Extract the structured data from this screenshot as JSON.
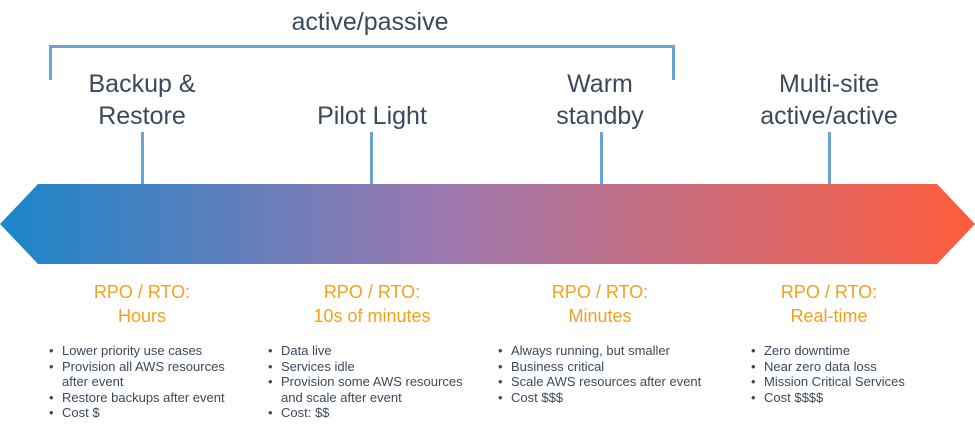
{
  "header": {
    "group_label": "active/passive"
  },
  "strategies": [
    {
      "title": "Backup &\nRestore",
      "rpo": "RPO / RTO:\nHours",
      "bullets": [
        "Lower priority use cases",
        "Provision all AWS resources after event",
        "Restore backups after event",
        "Cost $"
      ]
    },
    {
      "title": "Pilot Light",
      "rpo": "RPO / RTO:\n10s of minutes",
      "bullets": [
        "Data live",
        "Services idle",
        "Provision some AWS resources and scale after event",
        "Cost: $$"
      ]
    },
    {
      "title": "Warm\nstandby",
      "rpo": "RPO / RTO:\nMinutes",
      "bullets": [
        "Always running, but smaller",
        "Business critical",
        "Scale AWS resources after event",
        "Cost $$$"
      ]
    },
    {
      "title": "Multi-site\nactive/active",
      "rpo": "RPO / RTO:\nReal-time",
      "bullets": [
        "Zero downtime",
        "Near zero data loss",
        "Mission Critical Services",
        "Cost $$$$"
      ]
    }
  ],
  "colors": {
    "gradient_start": "#1a86c9",
    "gradient_mid": "#9c78b0",
    "gradient_end": "#ff5c3c",
    "rpo_text": "#f2a21b",
    "connector": "#6aa3d6",
    "text": "#3a4a5a"
  }
}
